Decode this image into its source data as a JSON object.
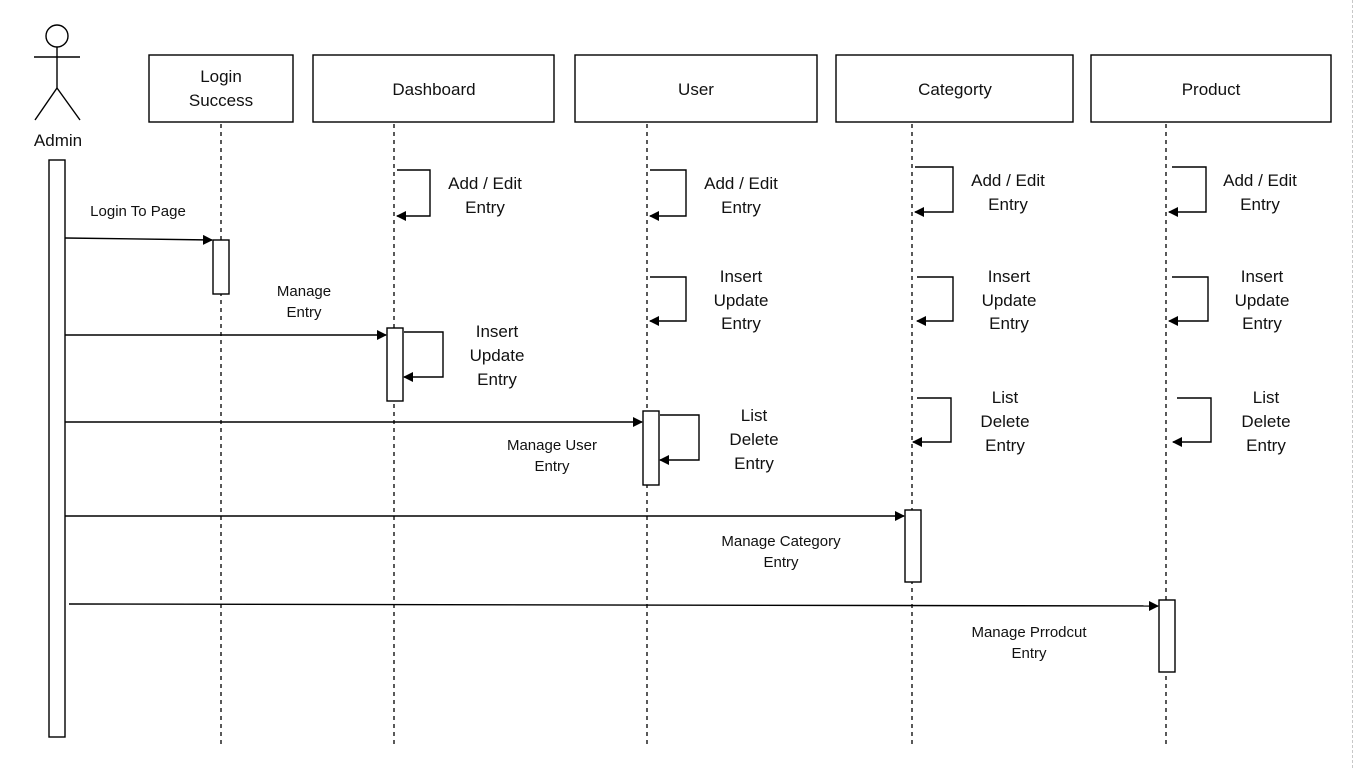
{
  "actor": {
    "label": "Admin"
  },
  "participants": [
    {
      "id": "login",
      "label": [
        "Login",
        "Success"
      ]
    },
    {
      "id": "dashboard",
      "label": [
        "Dashboard"
      ]
    },
    {
      "id": "user",
      "label": [
        "User"
      ]
    },
    {
      "id": "category",
      "label": [
        "Categorty"
      ]
    },
    {
      "id": "product",
      "label": [
        "Product"
      ]
    }
  ],
  "messages": [
    {
      "to": "login",
      "label": [
        "Login To Page"
      ]
    },
    {
      "to": "dashboard",
      "label": [
        "Manage",
        "Entry"
      ]
    },
    {
      "to": "user",
      "label": [
        "Manage User",
        "Entry"
      ]
    },
    {
      "to": "category",
      "label": [
        "Manage Category",
        "Entry"
      ]
    },
    {
      "to": "product",
      "label": [
        "Manage Prrodcut",
        "Entry"
      ]
    }
  ],
  "self_calls": [
    {
      "on": "dashboard",
      "label": [
        "Add / Edit",
        "Entry"
      ]
    },
    {
      "on": "dashboard",
      "label": [
        "Insert",
        "Update",
        "Entry"
      ]
    },
    {
      "on": "user",
      "label": [
        "Add / Edit",
        "Entry"
      ]
    },
    {
      "on": "user",
      "label": [
        "Insert",
        "Update",
        "Entry"
      ]
    },
    {
      "on": "user",
      "label": [
        "List",
        "Delete",
        "Entry"
      ]
    },
    {
      "on": "category",
      "label": [
        "Add / Edit",
        "Entry"
      ]
    },
    {
      "on": "category",
      "label": [
        "Insert",
        "Update",
        "Entry"
      ]
    },
    {
      "on": "category",
      "label": [
        "List",
        "Delete",
        "Entry"
      ]
    },
    {
      "on": "product",
      "label": [
        "Add / Edit",
        "Entry"
      ]
    },
    {
      "on": "product",
      "label": [
        "Insert",
        "Update",
        "Entry"
      ]
    },
    {
      "on": "product",
      "label": [
        "List",
        "Delete",
        "Entry"
      ]
    }
  ]
}
